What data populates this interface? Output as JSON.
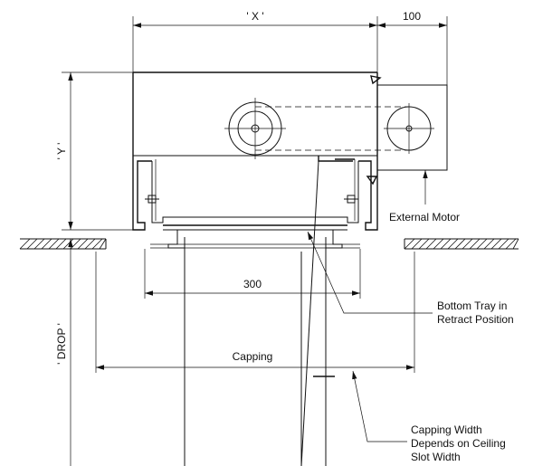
{
  "labels": {
    "dim_x": "' X '",
    "dim_100": "100",
    "dim_y": "' Y '",
    "dim_300": "300",
    "dim_drop": "' DROP '",
    "capping": "Capping",
    "external_motor": "External Motor",
    "bottom_tray_line1": "Bottom Tray in",
    "bottom_tray_line2": "Retract Position",
    "capping_width_line1": "Capping Width",
    "capping_width_line2": "Depends on Ceiling",
    "capping_width_line3": "Slot Width"
  }
}
